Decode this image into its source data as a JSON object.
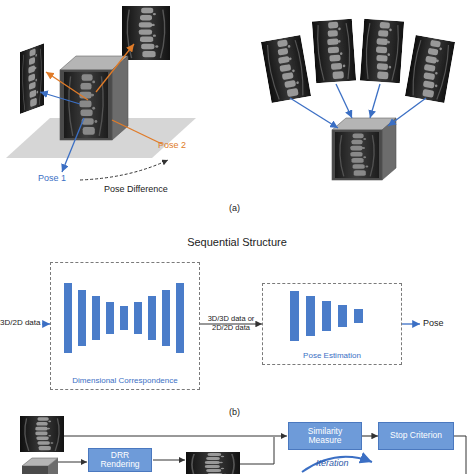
{
  "diagram": {
    "nodes": [
      {
        "text": [
          "Dimensional Correspondence"
        ]
      },
      {
        "text": [
          "Pose Estimation"
        ]
      },
      {
        "text": [
          "DRR Rendering"
        ]
      },
      {
        "text": [
          "Similarity Measure"
        ]
      },
      {
        "text": [
          "Stop Criterion"
        ]
      }
    ],
    "edges": [
      {
        "from": 0,
        "to": 1,
        "label": "3D/3D data or 2D/2D data",
        "arrow": "to"
      },
      {
        "from": 3,
        "to": 4,
        "arrow": "to"
      }
    ],
    "labels": [
      "Pose 1",
      "Pose 2",
      "Pose Difference",
      "(a)",
      "Sequential Structure",
      "3D/2D data",
      "Pose",
      "(b)",
      "Iteration"
    ]
  }
}
